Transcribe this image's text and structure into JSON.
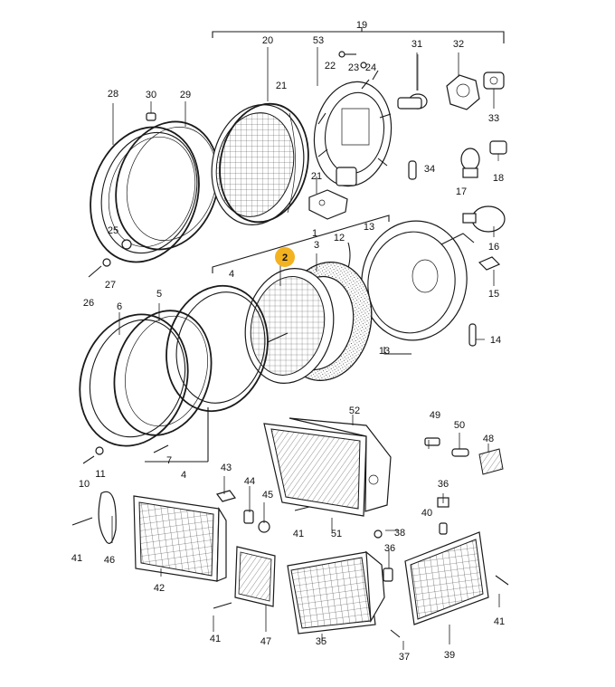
{
  "highlight_color": "#f3b21f",
  "highlighted_label": "2",
  "callouts": [
    {
      "id": "19",
      "text": "19"
    },
    {
      "id": "20",
      "text": "20"
    },
    {
      "id": "53",
      "text": "53"
    },
    {
      "id": "31",
      "text": "31"
    },
    {
      "id": "32",
      "text": "32"
    },
    {
      "id": "22",
      "text": "22"
    },
    {
      "id": "23",
      "text": "23"
    },
    {
      "id": "24",
      "text": "24"
    },
    {
      "id": "21a",
      "text": "21"
    },
    {
      "id": "28",
      "text": "28"
    },
    {
      "id": "30",
      "text": "30"
    },
    {
      "id": "29",
      "text": "29"
    },
    {
      "id": "33",
      "text": "33"
    },
    {
      "id": "34",
      "text": "34"
    },
    {
      "id": "17",
      "text": "17"
    },
    {
      "id": "18",
      "text": "18"
    },
    {
      "id": "21b",
      "text": "21"
    },
    {
      "id": "1",
      "text": "1"
    },
    {
      "id": "13a",
      "text": "13"
    },
    {
      "id": "12",
      "text": "12"
    },
    {
      "id": "3",
      "text": "3"
    },
    {
      "id": "2",
      "text": "2"
    },
    {
      "id": "16",
      "text": "16"
    },
    {
      "id": "25",
      "text": "25"
    },
    {
      "id": "27",
      "text": "27"
    },
    {
      "id": "26",
      "text": "26"
    },
    {
      "id": "4a",
      "text": "4"
    },
    {
      "id": "15",
      "text": "15"
    },
    {
      "id": "5",
      "text": "5"
    },
    {
      "id": "6",
      "text": "6"
    },
    {
      "id": "14",
      "text": "14"
    },
    {
      "id": "13b",
      "text": "13"
    },
    {
      "id": "52",
      "text": "52"
    },
    {
      "id": "49",
      "text": "49"
    },
    {
      "id": "50",
      "text": "50"
    },
    {
      "id": "48",
      "text": "48"
    },
    {
      "id": "7",
      "text": "7"
    },
    {
      "id": "11",
      "text": "11"
    },
    {
      "id": "10",
      "text": "10"
    },
    {
      "id": "4b",
      "text": "4"
    },
    {
      "id": "43",
      "text": "43"
    },
    {
      "id": "36a",
      "text": "36"
    },
    {
      "id": "44",
      "text": "44"
    },
    {
      "id": "45",
      "text": "45"
    },
    {
      "id": "41a",
      "text": "41"
    },
    {
      "id": "51",
      "text": "51"
    },
    {
      "id": "40",
      "text": "40"
    },
    {
      "id": "38",
      "text": "38"
    },
    {
      "id": "41b",
      "text": "41"
    },
    {
      "id": "46",
      "text": "46"
    },
    {
      "id": "36b",
      "text": "36"
    },
    {
      "id": "42",
      "text": "42"
    },
    {
      "id": "41c",
      "text": "41"
    },
    {
      "id": "41d",
      "text": "41"
    },
    {
      "id": "47",
      "text": "47"
    },
    {
      "id": "35",
      "text": "35"
    },
    {
      "id": "37",
      "text": "37"
    },
    {
      "id": "39",
      "text": "39"
    }
  ]
}
